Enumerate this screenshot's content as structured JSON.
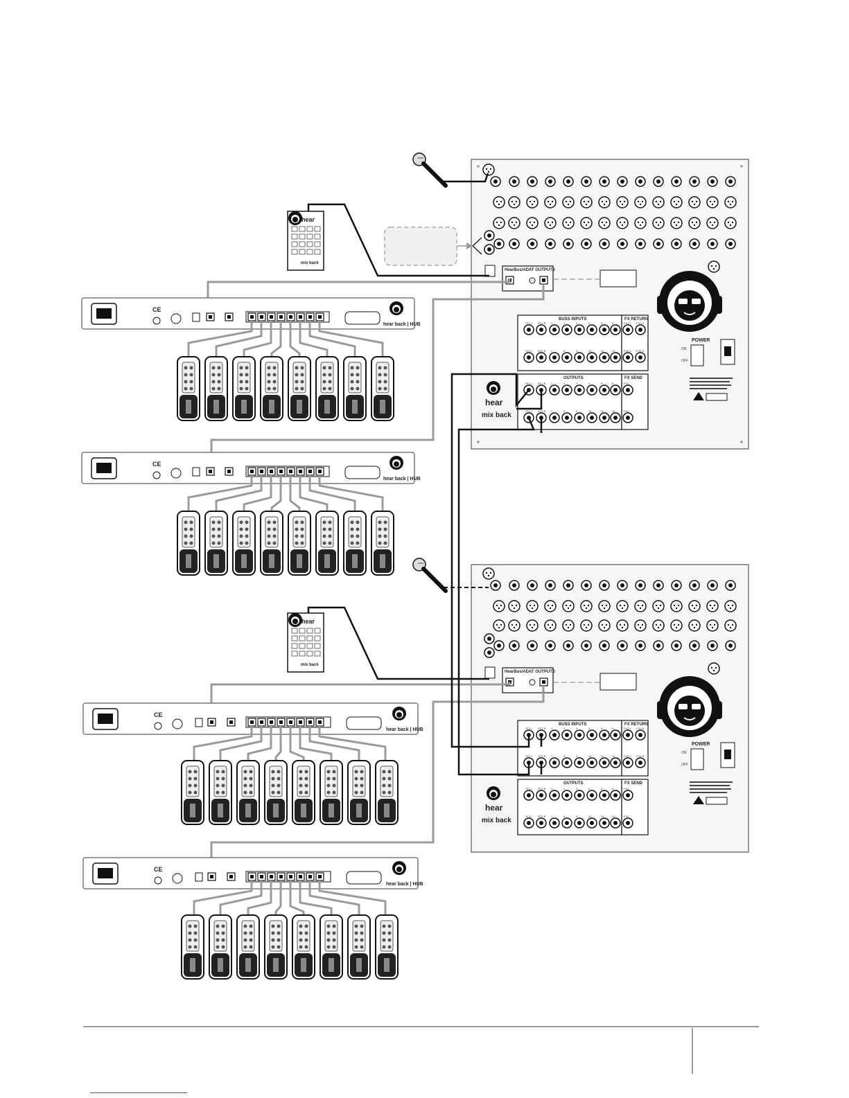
{
  "mixer": {
    "inputs_header": "HearBus/ADAT OUTPUTS",
    "buss_inputs": "BUSS INPUTS",
    "fx_return": "FX RETURN",
    "outputs": "OUTPUTS",
    "fx_send": "FX SEND",
    "power": "POWER",
    "on": "ON",
    "off": "OFF",
    "brand_top": "hear",
    "brand_bottom": "mix back",
    "buss_cols": [
      "ST1 L",
      "ST1 R",
      "1",
      "2",
      "3",
      "4",
      "5",
      "6"
    ],
    "buss_cols2": [
      "ST2 L",
      "ST2 R",
      "7",
      "8",
      "9",
      "10",
      "11",
      "12"
    ],
    "fx_cols": [
      "FX1 L",
      "FX1 R"
    ],
    "fx_cols2": [
      "FX2 L",
      "FX2 R"
    ],
    "fx_send_cols": [
      "FX1"
    ],
    "fx_send_cols2": [
      "FX2"
    ]
  },
  "hub": {
    "brand": "hear back | HUB",
    "mark_ce": "CE"
  },
  "remote": {
    "brand_top": "hear",
    "brand_bottom": "mix back"
  },
  "colors": {
    "ink": "#111111",
    "panel": "#f4f4f4",
    "grey_cable": "#9a9a9a",
    "mixer_fill": "#f6f6f6"
  }
}
